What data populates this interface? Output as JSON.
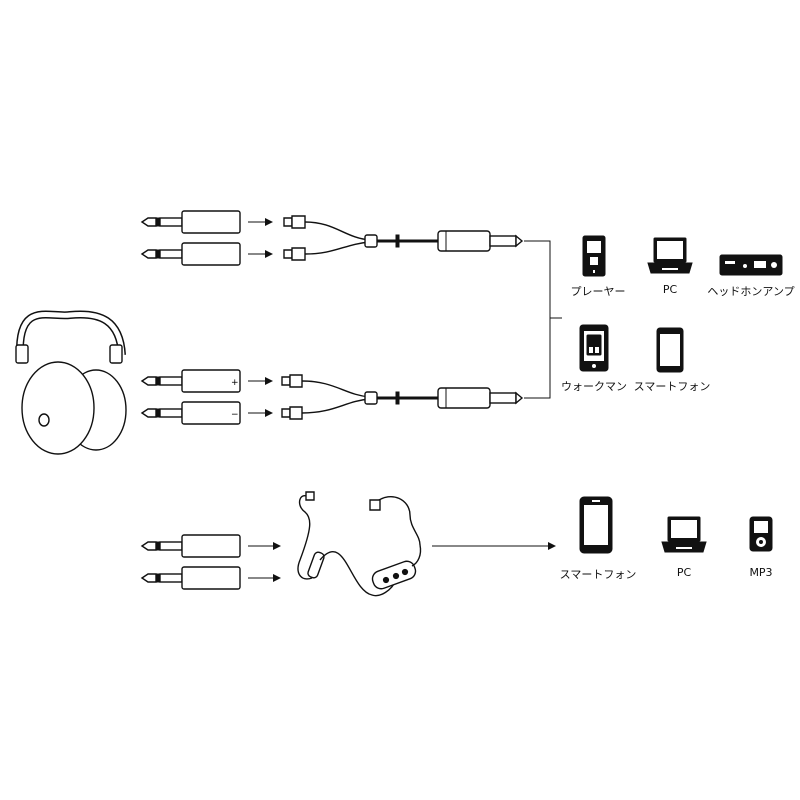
{
  "devices_group_1": {
    "player": "プレーヤー",
    "pc": "PC",
    "headphone_amp": "ヘッドホンアンプ",
    "walkman": "ウォークマン",
    "smartphone": "スマートフォン"
  },
  "devices_group_2": {
    "smartphone": "スマートフォン",
    "pc": "PC",
    "mp3": "MP3"
  },
  "connector_marks": {
    "plus": "+",
    "minus": "−"
  }
}
